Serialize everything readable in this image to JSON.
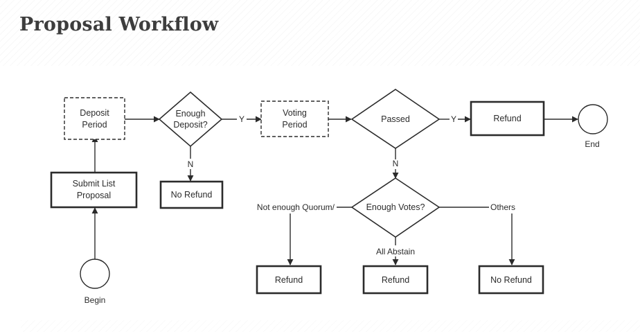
{
  "title": "Proposal Workflow",
  "nodes": {
    "deposit_period": [
      "Deposit",
      "Period"
    ],
    "enough_deposit": [
      "Enough",
      "Deposit?"
    ],
    "voting_period": [
      "Voting",
      "Period"
    ],
    "passed": "Passed",
    "refund_passed": "Refund",
    "end": "End",
    "submit": [
      "Submit List",
      "Proposal"
    ],
    "no_refund_deposit": "No Refund",
    "begin": "Begin",
    "enough_votes": "Enough Votes?",
    "refund_quorum": "Refund",
    "refund_abstain": "Refund",
    "no_refund_others": "No Refund"
  },
  "edge_labels": {
    "deposit_yes": "Y",
    "deposit_no": "N",
    "passed_yes": "Y",
    "passed_no": "N",
    "quorum": "Not enough Quorum/",
    "abstain": "All Abstain",
    "others": "Others"
  }
}
